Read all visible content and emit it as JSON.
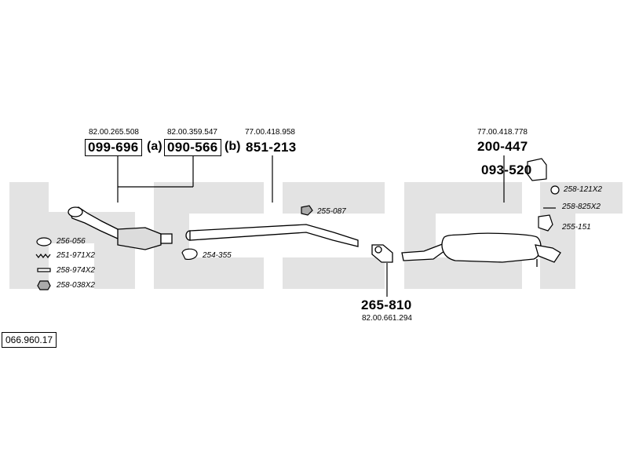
{
  "diagram": {
    "catalog_number": "066.960.17",
    "parts": [
      {
        "id": "p1",
        "ref": "82.00.265.508",
        "number": "099-696",
        "suffix": "(a)",
        "boxed": true
      },
      {
        "id": "p2",
        "ref": "82.00.359.547",
        "number": "090-566",
        "suffix": "(b)",
        "boxed": true
      },
      {
        "id": "p3",
        "ref": "77.00.418.958",
        "number": "851-213",
        "suffix": "",
        "boxed": false
      },
      {
        "id": "p4",
        "ref": "77.00.418.778",
        "number": "200-447",
        "suffix": "",
        "boxed": false
      },
      {
        "id": "p5",
        "ref": "",
        "number": "093-520",
        "suffix": "",
        "boxed": false
      },
      {
        "id": "p6",
        "ref": "82.00.661.294",
        "number": "265-810",
        "suffix": "",
        "boxed": false
      }
    ],
    "small_parts": [
      {
        "id": "s1",
        "label": "256-056"
      },
      {
        "id": "s2",
        "label": "251-971X2"
      },
      {
        "id": "s3",
        "label": "258-974X2"
      },
      {
        "id": "s4",
        "label": "258-038X2"
      },
      {
        "id": "s5",
        "label": "254-355"
      },
      {
        "id": "s6",
        "label": "255-087"
      },
      {
        "id": "s7",
        "label": "258-121X2"
      },
      {
        "id": "s8",
        "label": "258-825X2"
      },
      {
        "id": "s9",
        "label": "255-151"
      }
    ]
  }
}
